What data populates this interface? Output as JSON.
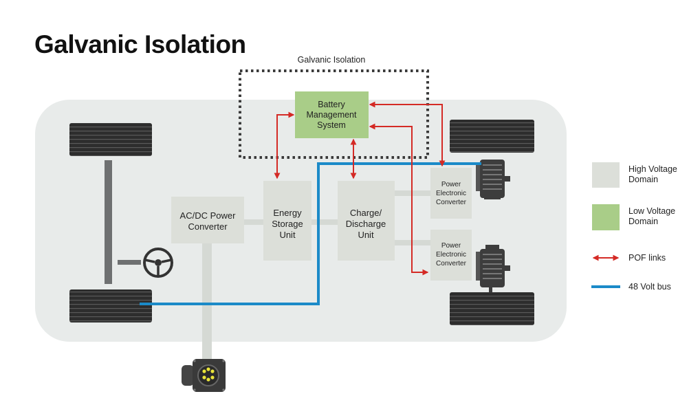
{
  "title": "Galvanic Isolation",
  "isolation_label": "Galvanic Isolation",
  "blocks": {
    "bms": [
      "Battery",
      "Management",
      "System"
    ],
    "acdc": [
      "AC/DC Power",
      "Converter"
    ],
    "energy_storage": [
      "Energy",
      "Storage",
      "Unit"
    ],
    "charge_discharge": [
      "Charge/",
      "Discharge",
      "Unit"
    ],
    "pec_top": [
      "Power",
      "Electronic",
      "Converter"
    ],
    "pec_bottom": [
      "Power",
      "Electronic",
      "Converter"
    ]
  },
  "legend": {
    "high_voltage": [
      "High Voltage",
      "Domain"
    ],
    "low_voltage": [
      "Low Voltage",
      "Domain"
    ],
    "pof_links": "POF links",
    "volt_bus": "48 Volt bus"
  },
  "colors": {
    "chassis": "#e8ebea",
    "high_voltage": "#dcdfd9",
    "low_voltage": "#a9cd88",
    "pof_links": "#d42a25",
    "volt_bus": "#1b8ac8",
    "connector": "#d5d9d4",
    "tire": "#2d2d2d",
    "axle": "#6e7071"
  }
}
